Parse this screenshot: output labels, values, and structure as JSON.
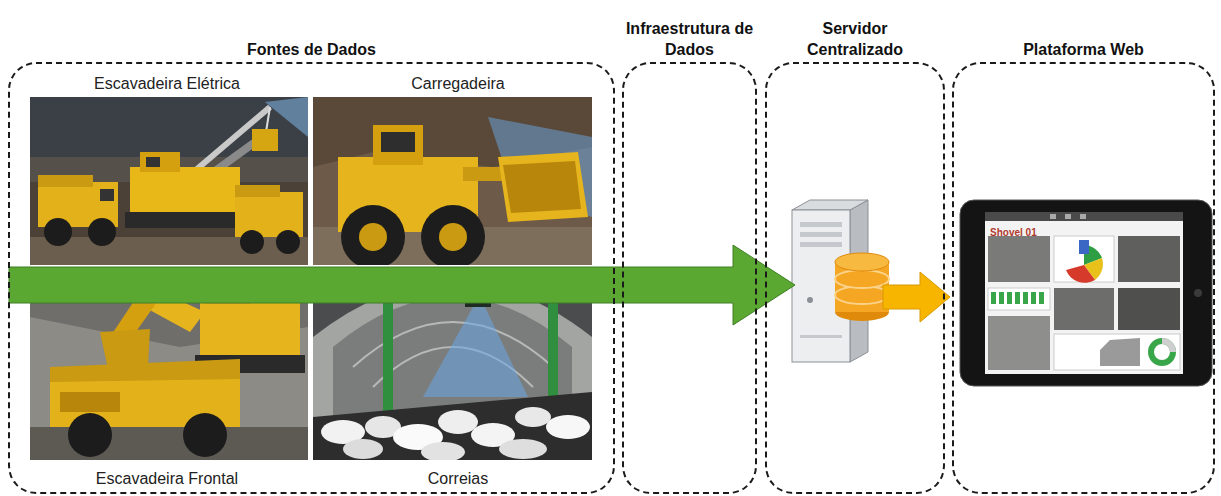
{
  "diagram": {
    "nodes": [
      {
        "text": [
          "Fontes de Dados"
        ]
      },
      {
        "text": [
          "Escavadeira Elétrica"
        ],
        "in": 0
      },
      {
        "text": [
          "Carregadeira"
        ],
        "in": 0
      },
      {
        "text": [
          "Escavadeira Frontal"
        ],
        "in": 0
      },
      {
        "text": [
          "Correias"
        ],
        "in": 0
      },
      {
        "text": [
          "Infraestrutura de Dados"
        ]
      },
      {
        "text": [
          "Servidor Centralizado"
        ]
      },
      {
        "text": [
          "Plataforma Web"
        ]
      }
    ],
    "edges": [
      {
        "from": 0,
        "to": 6,
        "arrow": "to"
      },
      {
        "from": 6,
        "to": 7,
        "arrow": "to"
      }
    ],
    "labels": [
      "Shovel 01"
    ]
  }
}
